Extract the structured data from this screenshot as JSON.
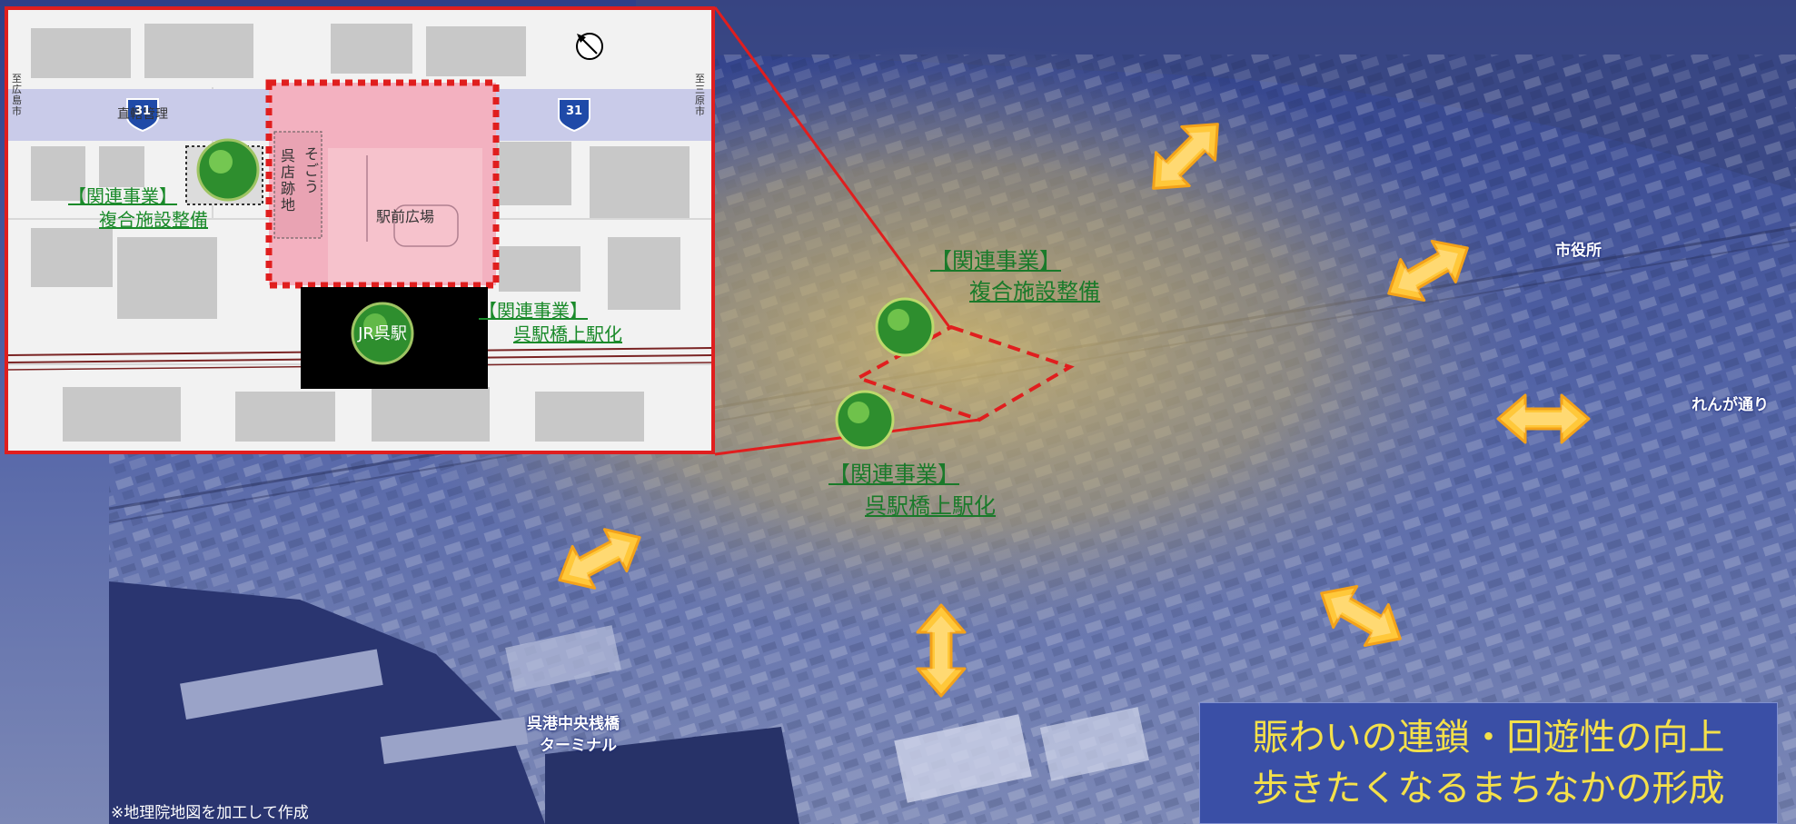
{
  "inset_map": {
    "road_label": "直轄管理",
    "route_shield_left": "31",
    "route_shield_right": "31",
    "edge_left": "至広島市",
    "edge_right": "至三原市",
    "sogo_label": "そごう",
    "sogo_site_label": "呉店跡地",
    "plaza_label": "駅前広場",
    "station_label": "JR呉駅",
    "project_complex_bracket": "【関連事業】",
    "project_complex_name": "複合施設整備",
    "project_station_bracket": "【関連事業】",
    "project_station_name": "呉駅橋上駅化"
  },
  "aerial": {
    "project_complex_bracket": "【関連事業】",
    "project_complex_name": "複合施設整備",
    "project_station_bracket": "【関連事業】",
    "project_station_name": "呉駅橋上駅化",
    "city_hall": "市役所",
    "renga_street": "れんが通り",
    "terminal_line1": "呉港中央桟橋",
    "terminal_line2": "ターミナル"
  },
  "slogan": {
    "line1": "賑わいの連鎖・回遊性の向上",
    "line2": "歩きたくなるまちなかの形成"
  },
  "credit": "※地理院地図を加工して作成",
  "colors": {
    "accent_red": "#e01e1e",
    "project_green": "#1a7a2a",
    "arrow_yellow": "#ffc83a",
    "slogan_bg": "#3a4fa6",
    "slogan_text": "#f4e04a"
  }
}
